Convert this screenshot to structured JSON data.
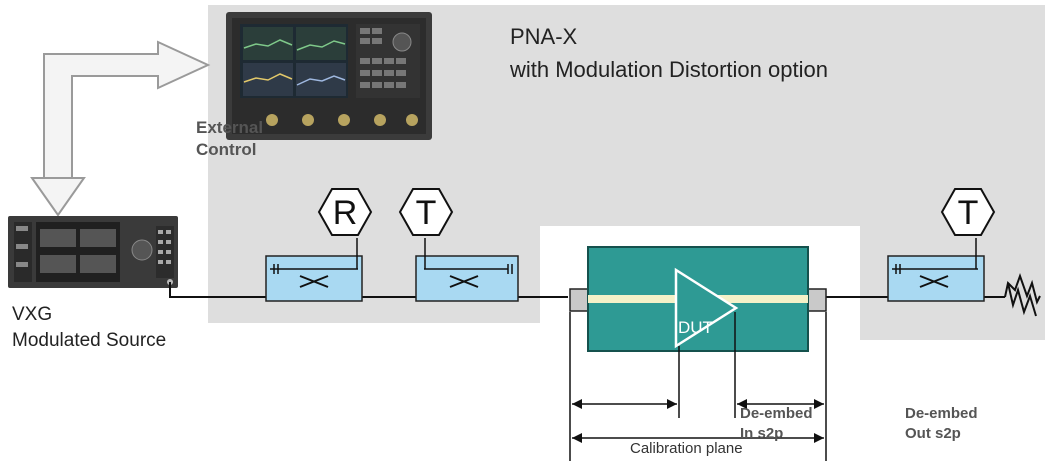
{
  "title": {
    "line1": "PNA-X",
    "line2": "with Modulation Distortion option"
  },
  "external_control": {
    "line1": "External",
    "line2": "Control"
  },
  "vxg": {
    "line1": "VXG",
    "line2": "Modulated Source"
  },
  "couplers": {
    "r_label": "R",
    "t1_label": "T",
    "t2_label": "T"
  },
  "dut_label": "DUT",
  "deembed_in": {
    "line1": "De-embed",
    "line2": "In s2p"
  },
  "deembed_out": {
    "line1": "De-embed",
    "line2": "Out s2p"
  },
  "calibration_plane": "Calibration plane",
  "colors": {
    "panel_gray": "#dedede",
    "dut_teal": "#2e9a94",
    "coupler_blue": "#a9d9f2",
    "dut_stripe": "#f4f1c8"
  }
}
